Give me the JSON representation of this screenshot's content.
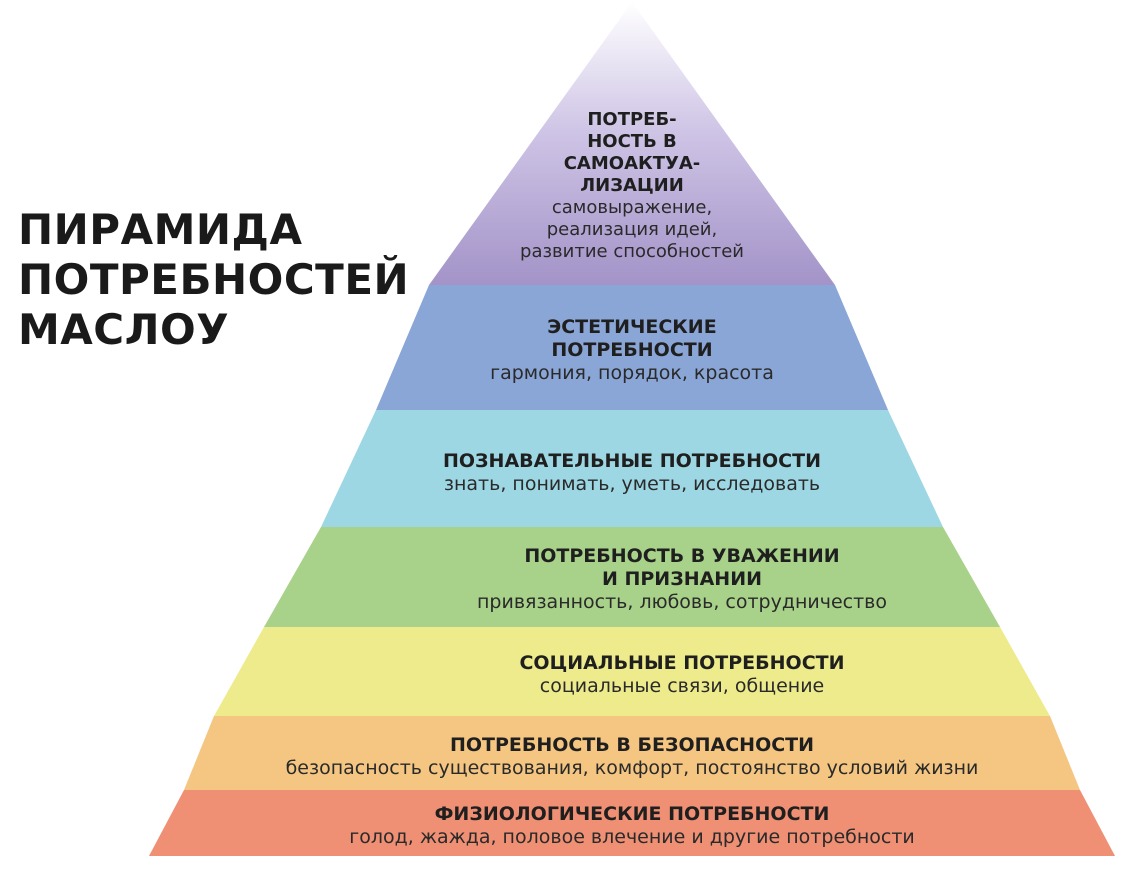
{
  "title": {
    "line1": "ПИРАМИДА",
    "line2": "ПОТРЕБНОСТЕЙ",
    "line3": "МАСЛОУ"
  },
  "levels": [
    {
      "title": "ПОТРЕБ-\nНОСТЬ В\nСАМОАКТУА-\nЛИЗАЦИИ",
      "description": "самовыражение,\nреализация идей,\nразвитие способностей",
      "color": "#a89bcb"
    },
    {
      "title": "ЭСТЕТИЧЕСКИЕ\nПОТРЕБНОСТИ",
      "description": "гармония, порядок, красота",
      "color": "#8aa6d6"
    },
    {
      "title": "ПОЗНАВАТЕЛЬНЫЕ ПОТРЕБНОСТИ",
      "description": "знать, понимать, уметь, исследовать",
      "color": "#9dd7e3"
    },
    {
      "title": "ПОТРЕБНОСТЬ В УВАЖЕНИИ\nИ ПРИЗНАНИИ",
      "description": "привязанность, любовь, сотрудничество",
      "color": "#a8d28a"
    },
    {
      "title": "СОЦИАЛЬНЫЕ ПОТРЕБНОСТИ",
      "description": "социальные связи, общение",
      "color": "#eeeb8c"
    },
    {
      "title": "ПОТРЕБНОСТЬ В БЕЗОПАСНОСТИ",
      "description": "безопасность существования, комфорт, постоянство условий жизни",
      "color": "#f4c682"
    },
    {
      "title": "ФИЗИОЛОГИЧЕСКИЕ ПОТРЕБНОСТИ",
      "description": "голод, жажда, половое влечение и другие потребности",
      "color": "#ef8f74"
    }
  ]
}
